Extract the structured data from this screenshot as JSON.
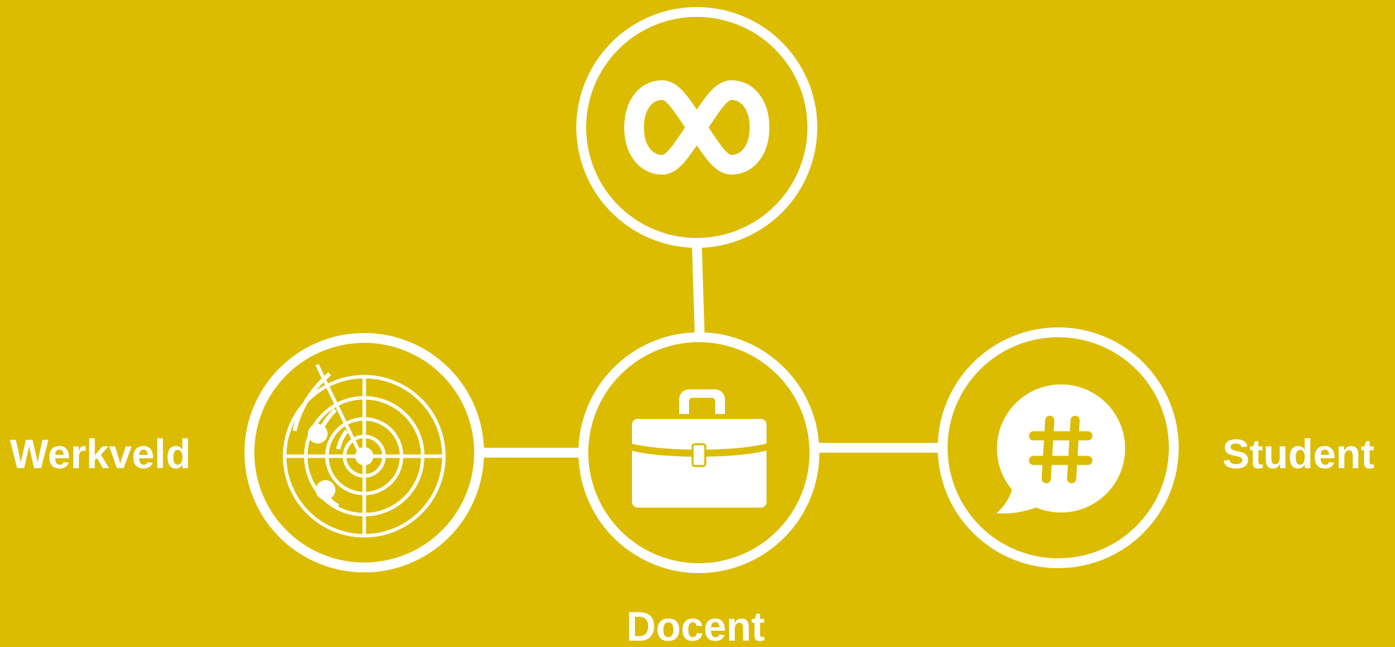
{
  "colors": {
    "background": "#dbbc00",
    "foreground": "#ffffff"
  },
  "nodes": {
    "werkveld": {
      "label": "Werkveld",
      "icon": "radar-icon"
    },
    "docent": {
      "label": "Docent",
      "icon": "briefcase-icon"
    },
    "student": {
      "label": "Student",
      "icon": "hashtag-chat-bubble-icon"
    },
    "top": {
      "icon": "infinity-icon"
    }
  }
}
